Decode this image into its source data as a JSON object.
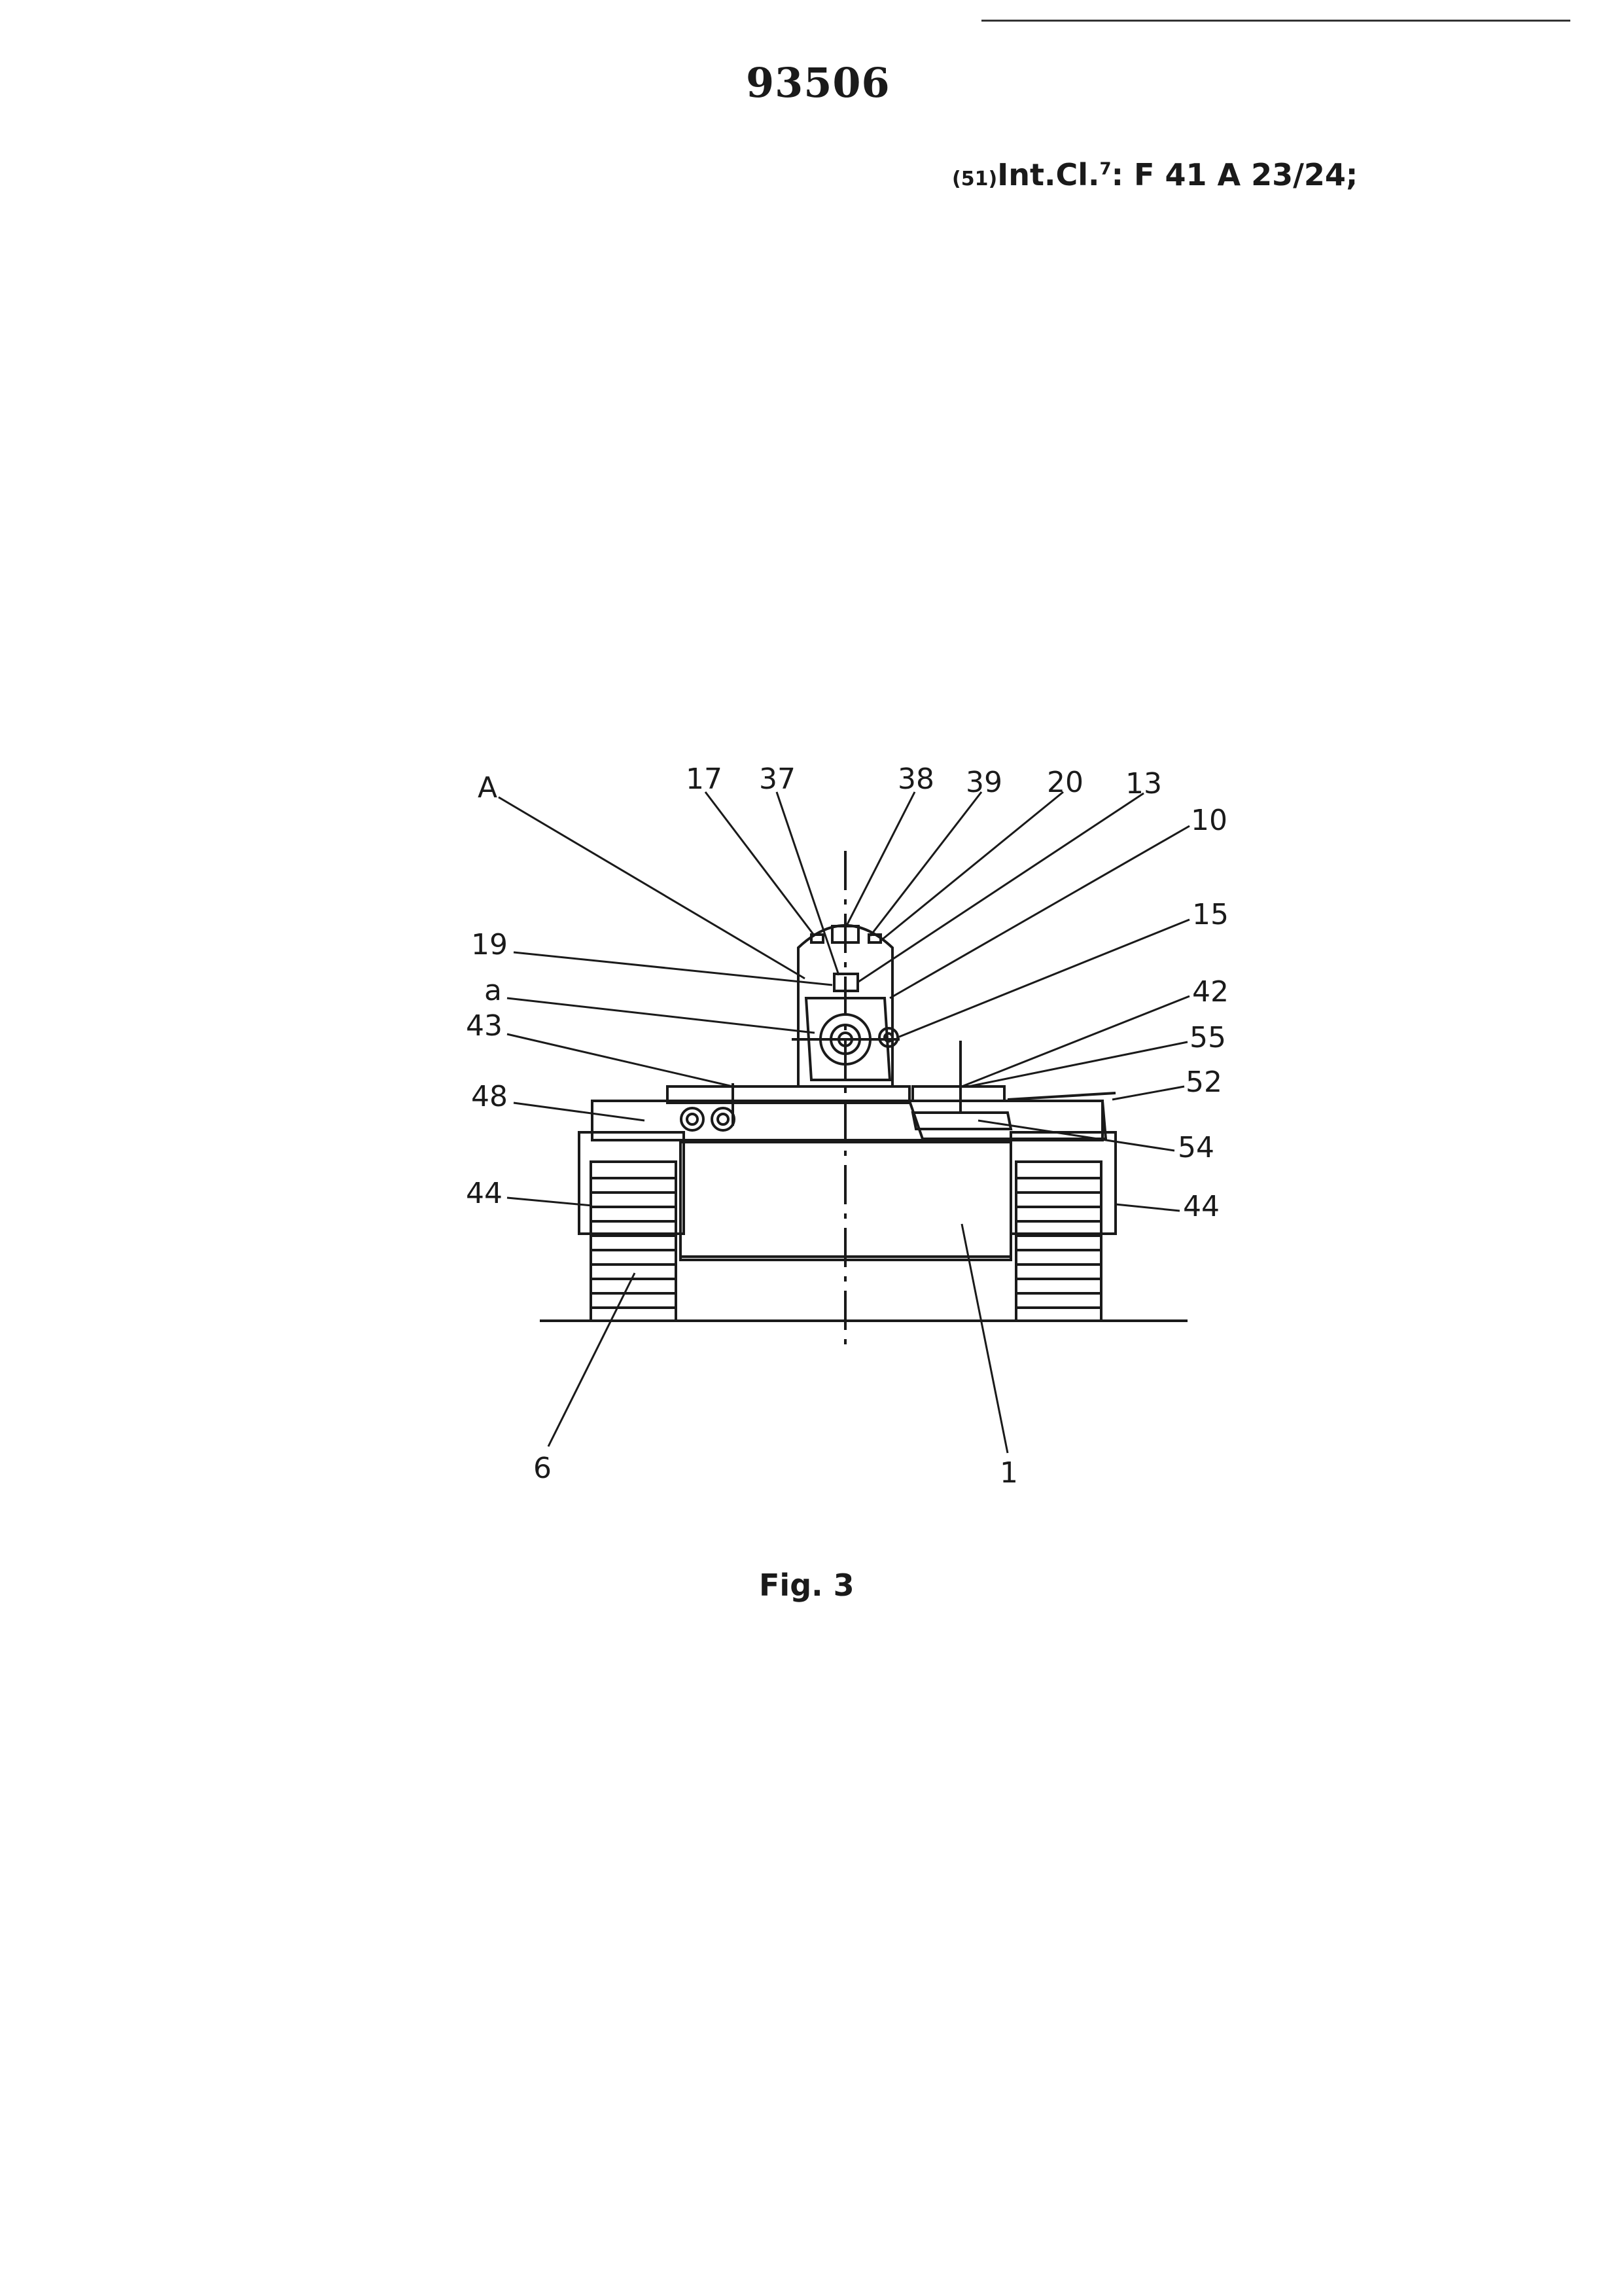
{
  "header": {
    "publication_number": "93506",
    "ipc_prefix": "(51)",
    "ipc_label": "Int.Cl.",
    "ipc_superscript": "7",
    "ipc_value": ": F 41 A 23/24;"
  },
  "figure": {
    "caption": "Fig. 3",
    "reference_labels": [
      "A",
      "17",
      "37",
      "38",
      "39",
      "20",
      "13",
      "10",
      "15",
      "19",
      "a",
      "43",
      "42",
      "55",
      "52",
      "48",
      "54",
      "44",
      "44",
      "6",
      "1"
    ]
  }
}
